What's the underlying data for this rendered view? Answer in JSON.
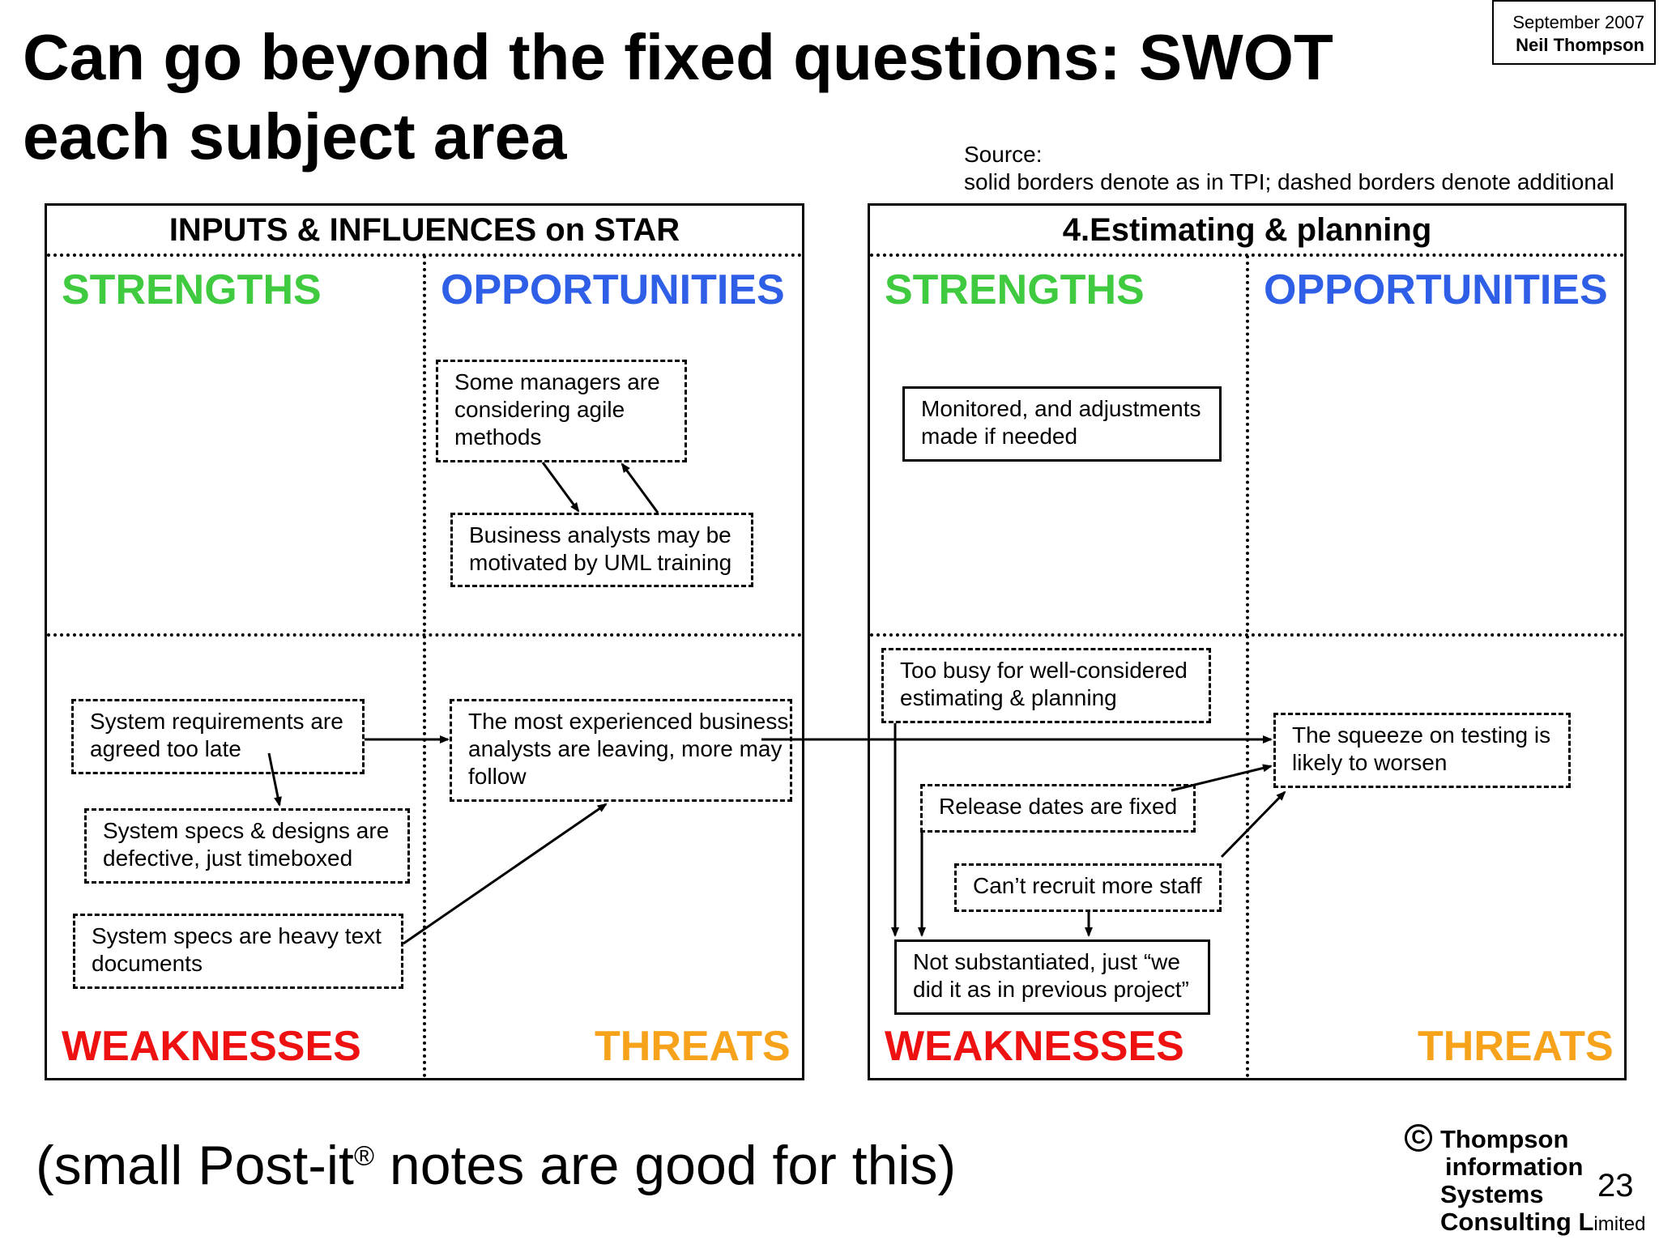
{
  "slide": {
    "title": "Can go beyond the fixed questions: SWOT each subject area",
    "date": "September 2007",
    "author": "Neil Thompson",
    "source_line1": "Source:",
    "source_line2": "solid borders denote as in TPI; dashed borders denote additional",
    "footer_main": "(small Post-it",
    "footer_reg": "®",
    "footer_rest": " notes are good for this)",
    "page_number": "23"
  },
  "logo": {
    "copyright": "C",
    "line1": "Thompson",
    "line2": "information",
    "line3": "Systems",
    "line4_bold": "Consulting L",
    "line4_small": "imited"
  },
  "left_panel": {
    "title": "INPUTS & INFLUENCES on STAR",
    "strengths": "STRENGTHS",
    "opportunities": "OPPORTUNITIES",
    "weaknesses": "WEAKNESSES",
    "threats": "THREATS",
    "notes": {
      "managers_agile": "Some managers are considering agile methods",
      "ba_uml": "Business analysts may be motivated by UML training",
      "sysreq_late": "System requirements are agreed too late",
      "specs_defective": "System specs & designs are defective, just timeboxed",
      "specs_heavy": "System specs are heavy text documents",
      "experienced_leaving": "The most experienced business analysts are leaving, more may follow"
    }
  },
  "right_panel": {
    "title": "4.Estimating & planning",
    "strengths": "STRENGTHS",
    "opportunities": "OPPORTUNITIES",
    "weaknesses": "WEAKNESSES",
    "threats": "THREATS",
    "notes": {
      "monitored": "Monitored, and adjustments made if needed",
      "too_busy": "Too busy for well-considered estimating & planning",
      "release_fixed": "Release dates are fixed",
      "cant_recruit": "Can’t recruit more staff",
      "not_substantiated": "Not substantiated, just “we did it as in previous project”",
      "squeeze": "The squeeze on testing is likely to worsen"
    }
  },
  "colors": {
    "strengths": "#3fca3f",
    "opportunities": "#2f5fe6",
    "weaknesses": "#ee1111",
    "threats": "#f6a21a"
  }
}
